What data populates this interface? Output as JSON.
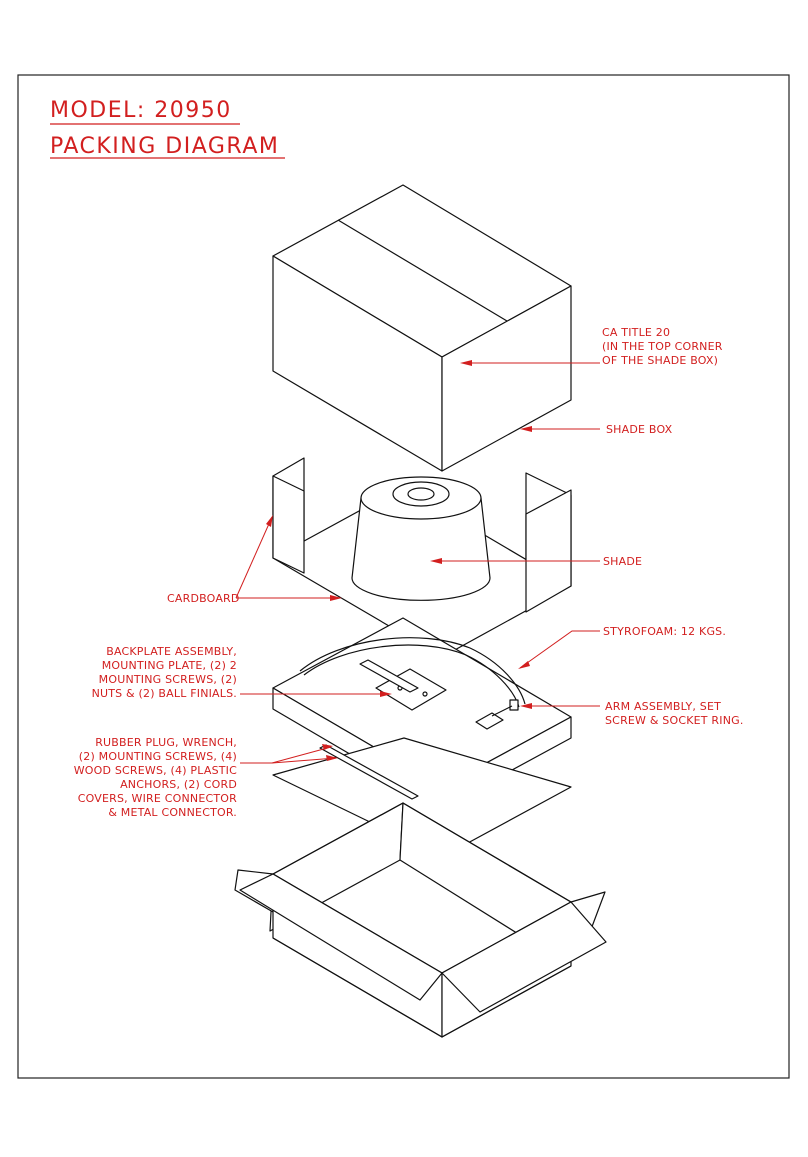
{
  "title": {
    "line1": "MODEL:  20950",
    "line2": "PACKING  DIAGRAM"
  },
  "labels": {
    "ca_title": [
      "CA TITLE 20",
      "(IN THE TOP CORNER",
      "OF THE SHADE BOX)"
    ],
    "shade_box": "SHADE BOX",
    "shade": "SHADE",
    "cardboard": "CARDBOARD",
    "styrofoam": "STYROFOAM: 12 KGS.",
    "backplate": [
      "BACKPLATE ASSEMBLY,",
      "MOUNTING PLATE, (2) 2",
      "MOUNTING SCREWS, (2)",
      "NUTS & (2) BALL FINIALS."
    ],
    "arm_assembly": [
      "ARM ASSEMBLY, SET",
      "SCREW & SOCKET RING."
    ],
    "rubber_plug": [
      "RUBBER PLUG,   WRENCH,",
      "(2)   MOUNTING SCREWS, (4)",
      "WOOD SCREWS, (4) PLASTIC",
      "ANCHORS, (2) CORD",
      "COVERS, WIRE CONNECTOR",
      "& METAL CONNECTOR."
    ]
  },
  "colors": {
    "annotation": "#d21f1f",
    "linework": "#111111"
  }
}
